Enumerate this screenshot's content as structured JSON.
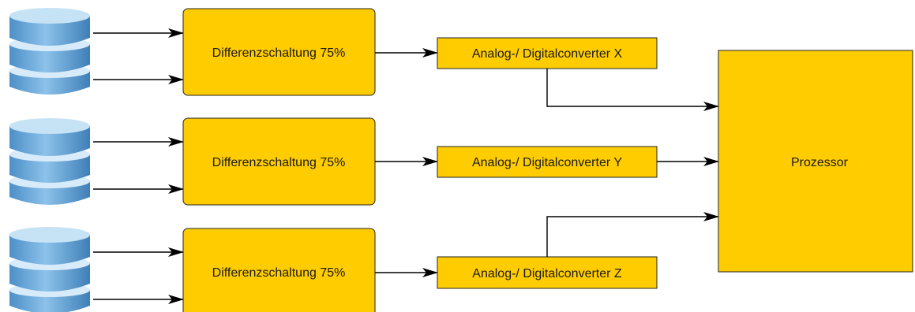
{
  "colors": {
    "box_fill": "#ffcc00",
    "box_stroke": "#222222",
    "db_top": "#c6e2f5",
    "db_side": "#5a9fd4",
    "db_band": "#d7ebfa",
    "edge": "#000000"
  },
  "nodes": {
    "diff1": {
      "label": "Differenzschaltung 75%"
    },
    "diff2": {
      "label": "Differenzschaltung 75%"
    },
    "diff3": {
      "label": "Differenzschaltung 75%"
    },
    "adcX": {
      "label": "Analog-/ Digitalconverter X"
    },
    "adcY": {
      "label": "Analog-/ Digitalconverter Y"
    },
    "adcZ": {
      "label": "Analog-/ Digitalconverter Z"
    },
    "proc": {
      "label": "Prozessor"
    }
  },
  "sources": [
    {
      "icon": "database-icon"
    },
    {
      "icon": "database-icon"
    },
    {
      "icon": "database-icon"
    }
  ]
}
